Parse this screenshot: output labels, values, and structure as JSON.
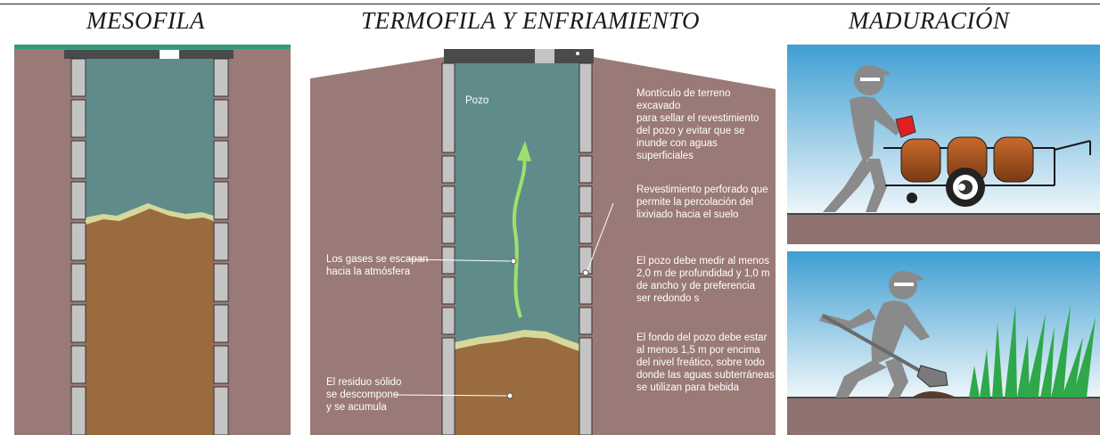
{
  "headings": {
    "mesofila": "MESOFILA",
    "termofila": "TERMOFILA Y ENFRIAMIENTO",
    "maduracion": "MADURACIÓN"
  },
  "labels": {
    "pozo": "Pozo",
    "monticulo": "Montículo de terreno excavado\npara sellar el revestimiento\ndel pozo y evitar que se\ninunde con aguas superficiales",
    "revestimiento": "Revestimiento perforado que\npermite la percolación del\nlixiviado hacia el suelo",
    "gases": "Los gases se escapan\nhacia la atmósfera",
    "medidas": "El pozo debe medir al menos\n2,0 m de profundidad  y 1,0 m\nde ancho y de preferencia\nser redondo s",
    "fondo": "El fondo del pozo debe estar\nal menos 1,5 m por encima\ndel nivel freático, sobre todo\ndonde las aguas subterráneas\nse utilizan para bebida",
    "residuo": "El residuo sólido\nse descompone\ny se acumula"
  },
  "colors": {
    "soil": "#9a7a76",
    "water": "#5f8c8a",
    "compost": "#9a6b3e",
    "lining": "#c4c4c4",
    "lid": "#4a4a4a",
    "sky": "#4aa6d6",
    "ground": "#8f7270",
    "figure": "#8a8a8a",
    "arrow": "#9ee06a",
    "grass": "#2fa84a"
  },
  "icons": {
    "worker_pouring": "person-pouring-into-barrels-icon",
    "worker_digging": "person-digging-with-shovel-icon"
  }
}
